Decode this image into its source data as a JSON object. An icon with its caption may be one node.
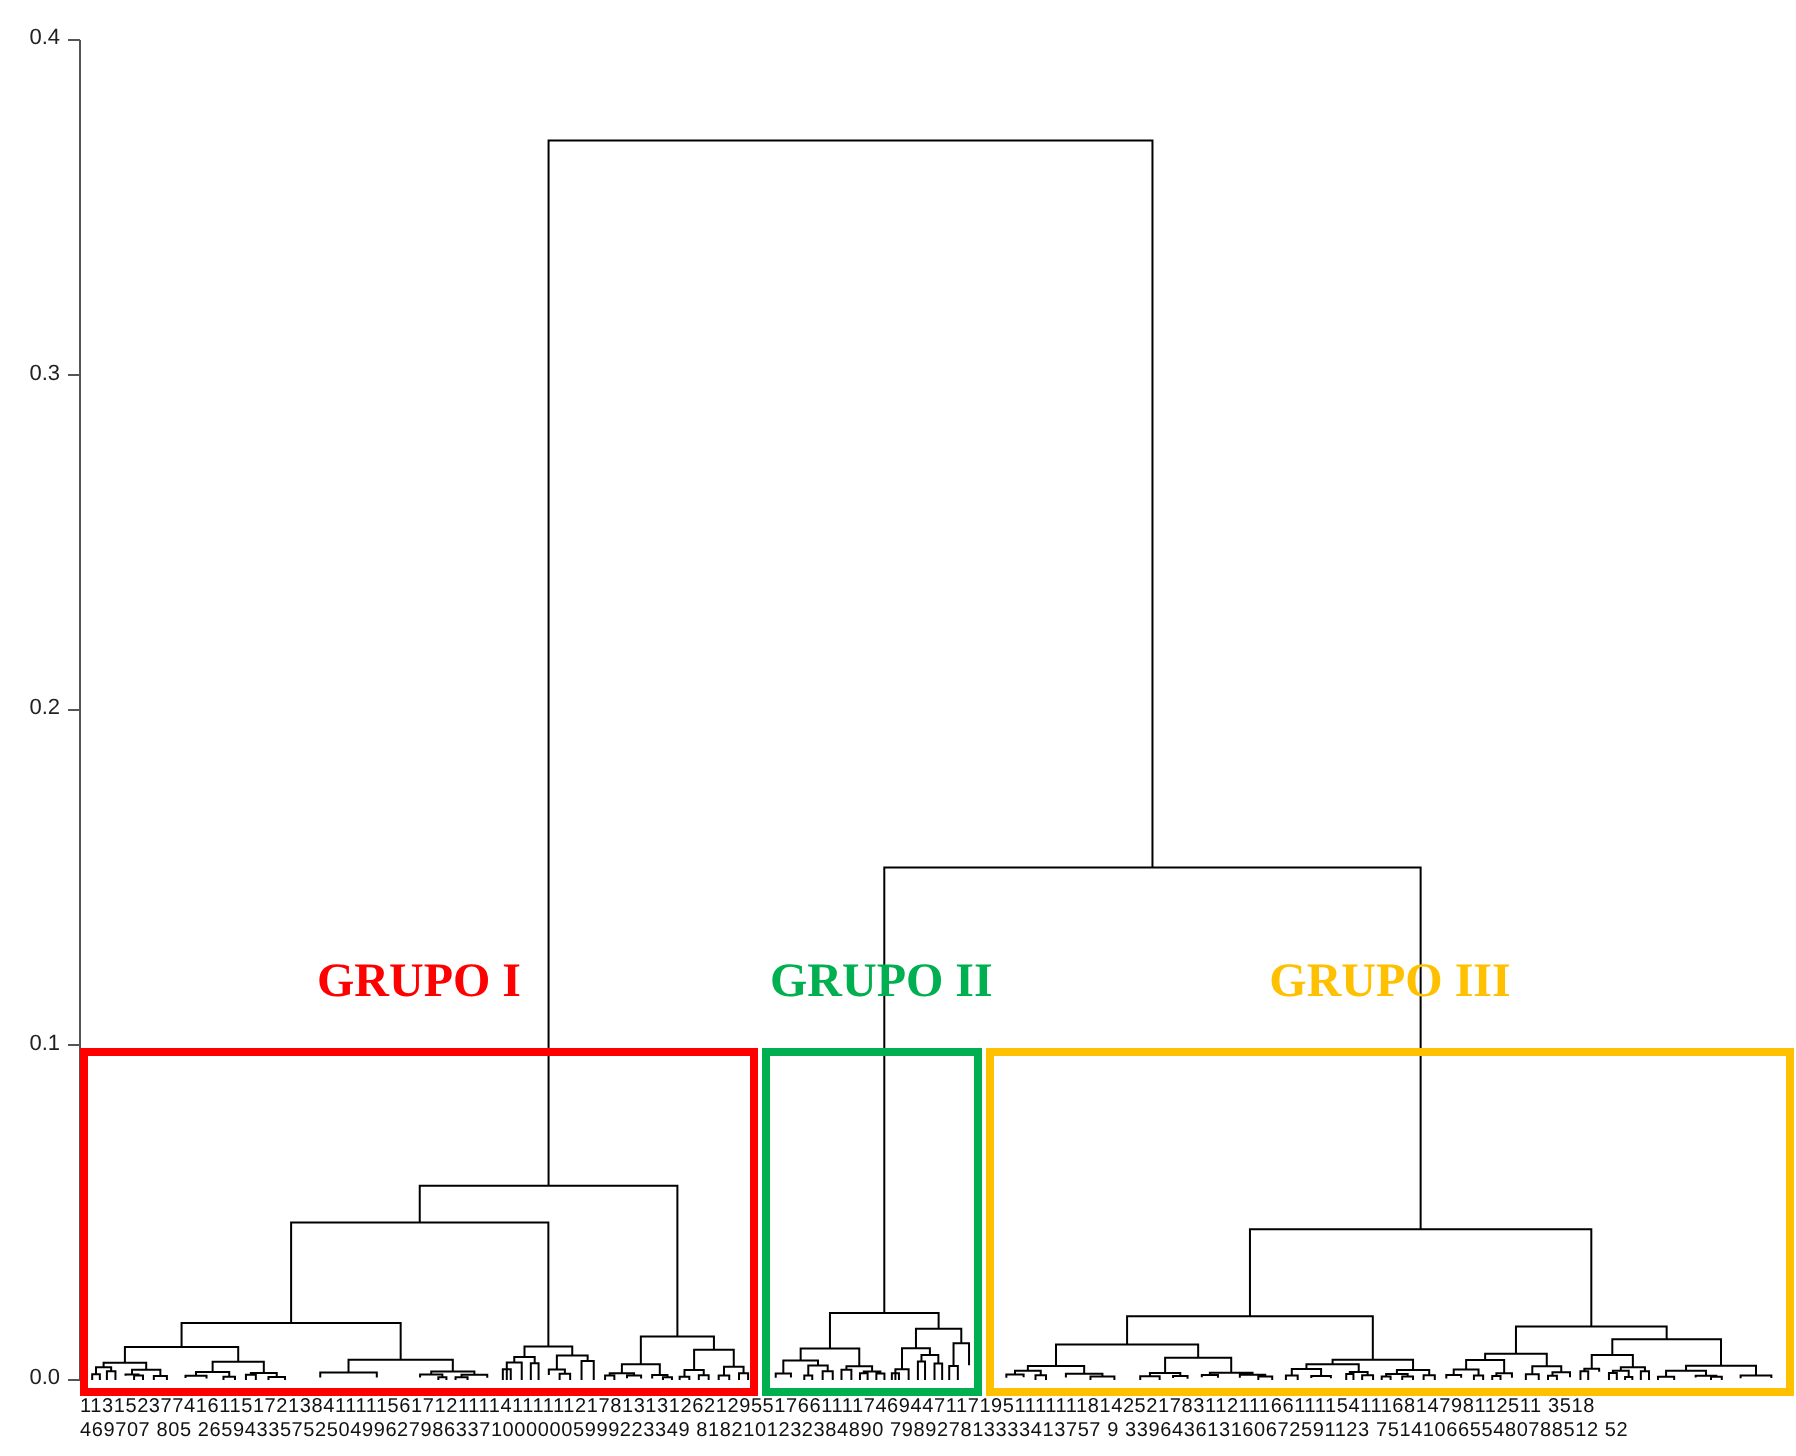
{
  "diagram": {
    "nodes": [
      {
        "text": [
          "GRUPO I"
        ]
      },
      {
        "text": [
          "GRUPO II"
        ]
      },
      {
        "text": [
          "GRUPO III"
        ]
      }
    ],
    "labels": [
      "0.4",
      "0.3",
      "0.2",
      "0.1",
      "0.0",
      "113152377416115172138411111561712111141111112178131312621295517661111746944711719511111118142521783112111661111541116814798112511 3518",
      "469707 805 265943357525049962798633710000005999223349 8182101232384890 798927813333413757 9 339643613160672591123 7514106655480788512 52"
    ]
  }
}
